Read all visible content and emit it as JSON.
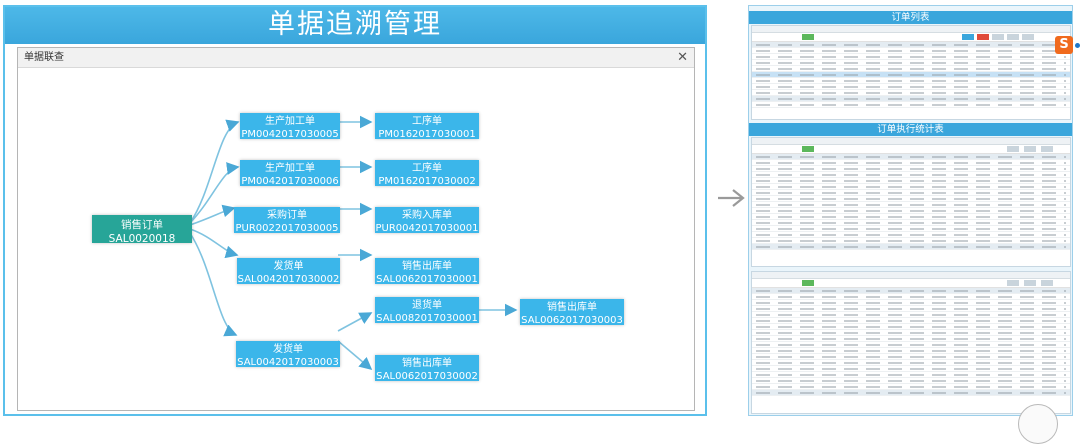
{
  "main": {
    "title": "单据追溯管理"
  },
  "dialog": {
    "title": "单据联查"
  },
  "nodes": {
    "root": {
      "type": "销售订单",
      "code": "SAL0020018"
    },
    "n1": {
      "type": "生产加工单",
      "code": "PM0042017030005"
    },
    "n2": {
      "type": "生产加工单",
      "code": "PM0042017030006"
    },
    "n3": {
      "type": "采购订单",
      "code": "PUR0022017030005"
    },
    "n4": {
      "type": "发货单",
      "code": "SAL0042017030002"
    },
    "n5": {
      "type": "发货单",
      "code": "SAL0042017030003"
    },
    "c1": {
      "type": "工序单",
      "code": "PM0162017030001"
    },
    "c2": {
      "type": "工序单",
      "code": "PM0162017030002"
    },
    "c3": {
      "type": "采购入库单",
      "code": "PUR0042017030001"
    },
    "c4": {
      "type": "销售出库单",
      "code": "SAL0062017030001"
    },
    "c5": {
      "type": "退货单",
      "code": "SAL0082017030001"
    },
    "c6": {
      "type": "销售出库单",
      "code": "SAL0062017030002"
    },
    "g1": {
      "type": "销售出库单",
      "code": "SAL0062017030003"
    }
  },
  "right": {
    "section1_title": "订单列表",
    "section2_title": "订单执行统计表"
  },
  "colors": {
    "accent": "#3aa6dc",
    "root_node": "#27a598",
    "node": "#3bb6ea",
    "logo": "#f06a1d"
  },
  "icons": {
    "close": "close-icon",
    "arrow": "arrow-right-icon",
    "logo": "sogou-s-logo"
  }
}
